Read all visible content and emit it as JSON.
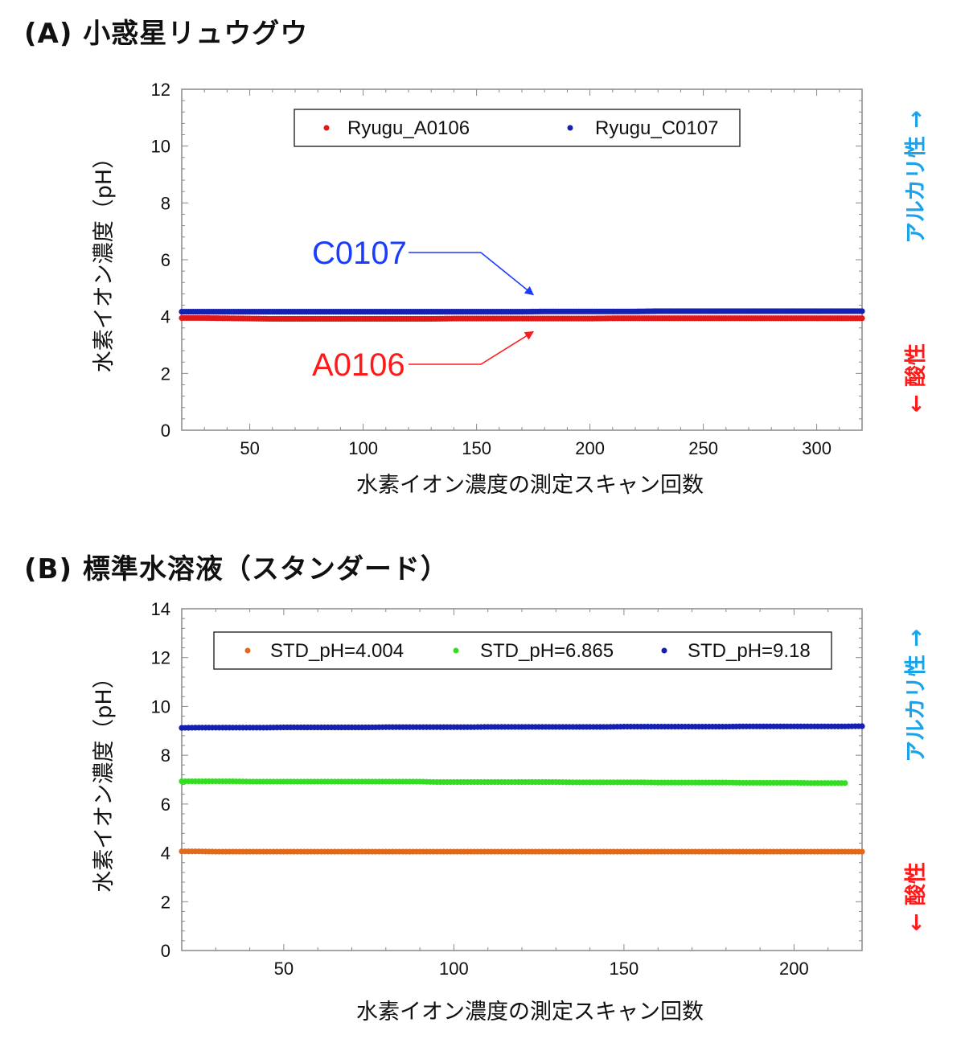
{
  "panels": {
    "a": {
      "title": "(A) 小惑星リュウグウ"
    },
    "b": {
      "title": "(B) 標準水溶液（スタンダード）"
    }
  },
  "colors": {
    "alkaline": "#1aa3e8",
    "acidic": "#ff1a1a",
    "axis": "#888888"
  },
  "chart_data": [
    {
      "type": "scatter",
      "title": "(A) 小惑星リュウグウ",
      "xlabel": "水素イオン濃度の測定スキャン回数",
      "ylabel": "水素イオン濃度（pH）",
      "xlim": [
        20,
        320
      ],
      "ylim": [
        0,
        12
      ],
      "xticks": [
        50,
        100,
        150,
        200,
        250,
        300
      ],
      "yticks": [
        0,
        2,
        4,
        6,
        8,
        10,
        12
      ],
      "legend_position": "top-center",
      "side_labels": {
        "top": "アルカリ性 →",
        "bottom": "← 酸性"
      },
      "annotations": [
        {
          "text": "C0107",
          "color": "#1a3cff",
          "points_to": {
            "x": 175,
            "y": 4.2
          }
        },
        {
          "text": "A0106",
          "color": "#ff1a1a",
          "points_to": {
            "x": 175,
            "y": 3.92
          }
        }
      ],
      "series": [
        {
          "name": "Ryugu_A0106",
          "color": "#e01818",
          "x_start": 20,
          "x_step": 10,
          "values": [
            3.95,
            3.95,
            3.94,
            3.93,
            3.92,
            3.92,
            3.92,
            3.92,
            3.92,
            3.92,
            3.92,
            3.92,
            3.93,
            3.93,
            3.93,
            3.93,
            3.93,
            3.93,
            3.93,
            3.94,
            3.94,
            3.94,
            3.94,
            3.94,
            3.94,
            3.94,
            3.94,
            3.94,
            3.94,
            3.94,
            3.94
          ]
        },
        {
          "name": "Ryugu_C0107",
          "color": "#1520b0",
          "x_start": 20,
          "x_step": 10,
          "values": [
            4.17,
            4.17,
            4.17,
            4.17,
            4.17,
            4.17,
            4.17,
            4.17,
            4.17,
            4.17,
            4.17,
            4.17,
            4.17,
            4.17,
            4.17,
            4.17,
            4.18,
            4.18,
            4.18,
            4.18,
            4.18,
            4.19,
            4.19,
            4.19,
            4.19,
            4.19,
            4.19,
            4.19,
            4.19,
            4.19,
            4.19
          ]
        }
      ]
    },
    {
      "type": "scatter",
      "title": "(B) 標準水溶液（スタンダード）",
      "xlabel": "水素イオン濃度の測定スキャン回数",
      "ylabel": "水素イオン濃度（pH）",
      "xlim": [
        20,
        220
      ],
      "ylim": [
        0,
        14
      ],
      "xticks": [
        50,
        100,
        150,
        200
      ],
      "yticks": [
        0,
        2,
        4,
        6,
        8,
        10,
        12,
        14
      ],
      "legend_position": "top-center",
      "side_labels": {
        "top": "アルカリ性 →",
        "bottom": "← 酸性"
      },
      "series": [
        {
          "name": "STD_pH=4.004",
          "color": "#e06a1a",
          "x_start": 20,
          "x_step": 5,
          "values": [
            4.06,
            4.06,
            4.05,
            4.05,
            4.05,
            4.05,
            4.05,
            4.05,
            4.05,
            4.05,
            4.05,
            4.05,
            4.05,
            4.05,
            4.05,
            4.05,
            4.05,
            4.05,
            4.05,
            4.05,
            4.05,
            4.05,
            4.05,
            4.05,
            4.05,
            4.05,
            4.05,
            4.05,
            4.05,
            4.05,
            4.05,
            4.05,
            4.05,
            4.05,
            4.05,
            4.05,
            4.05,
            4.05,
            4.05,
            4.05,
            4.05
          ]
        },
        {
          "name": "STD_pH=6.865",
          "color": "#33dd22",
          "x_start": 20,
          "x_step": 5,
          "values": [
            6.93,
            6.93,
            6.93,
            6.93,
            6.92,
            6.92,
            6.92,
            6.92,
            6.92,
            6.92,
            6.92,
            6.92,
            6.92,
            6.92,
            6.92,
            6.9,
            6.9,
            6.9,
            6.9,
            6.9,
            6.9,
            6.9,
            6.9,
            6.89,
            6.89,
            6.89,
            6.89,
            6.89,
            6.88,
            6.88,
            6.88,
            6.88,
            6.88,
            6.87,
            6.87,
            6.87,
            6.87,
            6.86,
            6.86,
            6.86
          ]
        },
        {
          "name": "STD_pH=9.18",
          "color": "#1520b0",
          "x_start": 20,
          "x_step": 5,
          "values": [
            9.12,
            9.13,
            9.13,
            9.13,
            9.13,
            9.13,
            9.14,
            9.14,
            9.14,
            9.14,
            9.14,
            9.14,
            9.15,
            9.15,
            9.15,
            9.15,
            9.15,
            9.15,
            9.16,
            9.16,
            9.16,
            9.16,
            9.16,
            9.16,
            9.16,
            9.16,
            9.17,
            9.17,
            9.17,
            9.17,
            9.17,
            9.17,
            9.17,
            9.18,
            9.18,
            9.18,
            9.18,
            9.18,
            9.18,
            9.18,
            9.19
          ]
        }
      ]
    }
  ]
}
